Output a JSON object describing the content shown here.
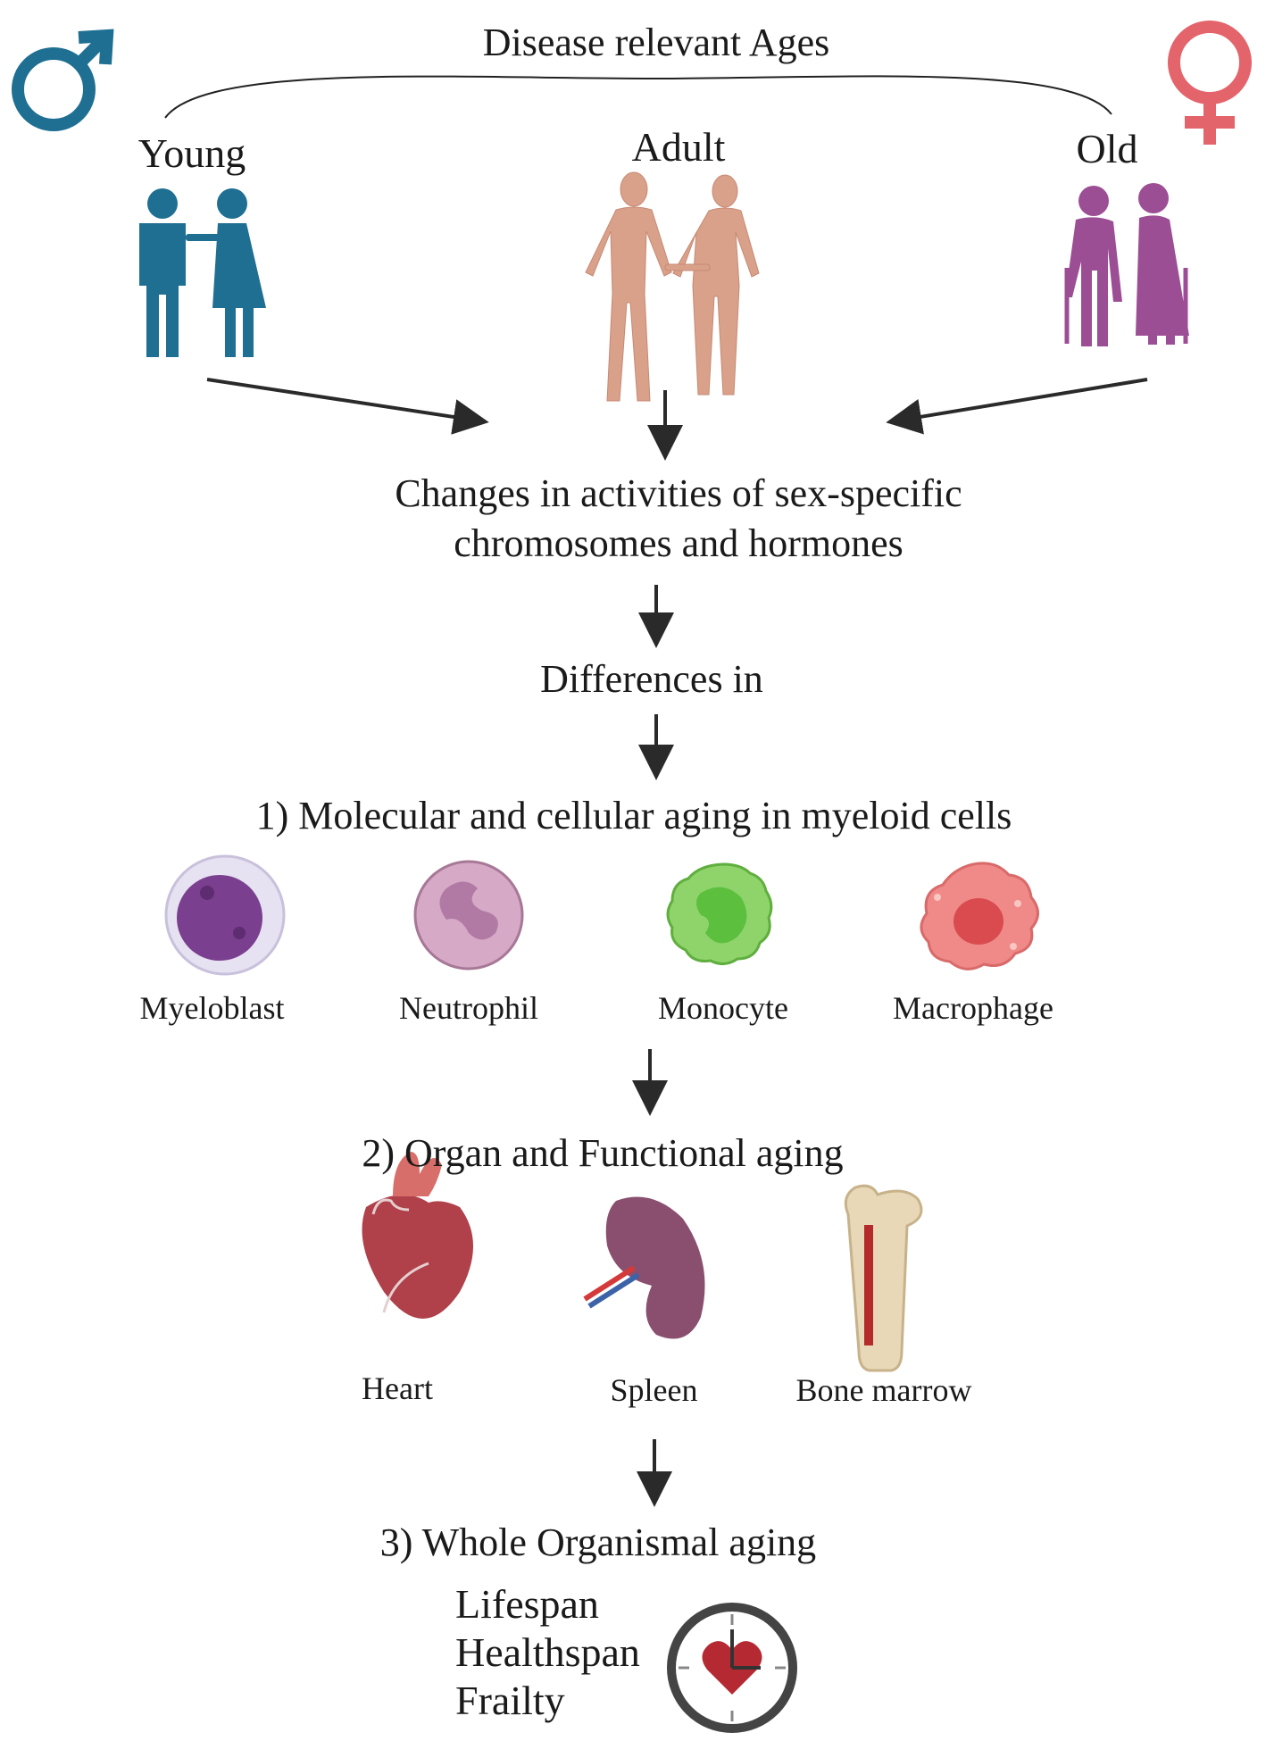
{
  "header": {
    "title": "Disease relevant Ages"
  },
  "ages": [
    {
      "label": "Young"
    },
    {
      "label": "Adult"
    },
    {
      "label": "Old"
    }
  ],
  "flow": {
    "changes_line1": "Changes in activities of sex-specific",
    "changes_line2": "chromosomes and hormones",
    "differences": "Differences in"
  },
  "level1": {
    "title": "1)  Molecular and cellular aging in myeloid cells",
    "cells": [
      {
        "label": "Myeloblast",
        "icon": "myeloblast-icon"
      },
      {
        "label": "Neutrophil",
        "icon": "neutrophil-icon"
      },
      {
        "label": "Monocyte",
        "icon": "monocyte-icon"
      },
      {
        "label": "Macrophage",
        "icon": "macrophage-icon"
      }
    ]
  },
  "level2": {
    "title": "2) Organ and Functional aging",
    "organs": [
      {
        "label": "Heart",
        "icon": "heart-organ-icon"
      },
      {
        "label": "Spleen",
        "icon": "spleen-icon"
      },
      {
        "label": "Bone marrow",
        "icon": "bone-icon"
      }
    ]
  },
  "level3": {
    "title": "3) Whole Organismal aging",
    "items": [
      "Lifespan",
      "Healthspan",
      "Frailty"
    ]
  },
  "colors": {
    "male": "#1f6f92",
    "female": "#e4646b",
    "young": "#1f6f92",
    "adult": "#d9a08a",
    "old": "#9c4e95",
    "arrow": "#2a2a2a"
  }
}
